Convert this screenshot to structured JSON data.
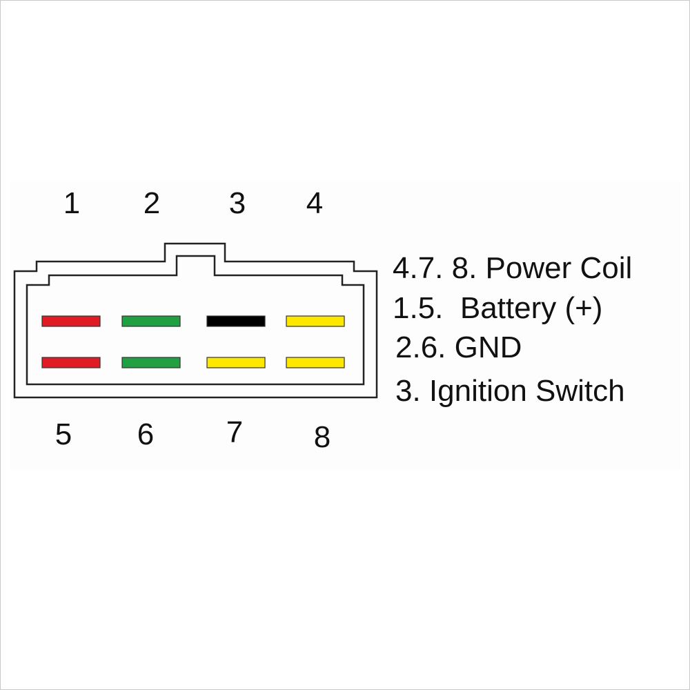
{
  "pin_numbers": {
    "top": [
      "1",
      "2",
      "3",
      "4"
    ],
    "bottom": [
      "5",
      "6",
      "7",
      "8"
    ]
  },
  "pins": [
    {
      "pin": "1",
      "wire_color": "#e01b24"
    },
    {
      "pin": "2",
      "wire_color": "#20a040"
    },
    {
      "pin": "3",
      "wire_color": "#000000"
    },
    {
      "pin": "4",
      "wire_color": "#ffe800"
    },
    {
      "pin": "5",
      "wire_color": "#e01b24"
    },
    {
      "pin": "6",
      "wire_color": "#20a040"
    },
    {
      "pin": "7",
      "wire_color": "#ffe800"
    },
    {
      "pin": "8",
      "wire_color": "#ffe800"
    }
  ],
  "legend": [
    "4.7. 8. Power Coil",
    "1.5.  Battery (+)",
    "2.6. GND",
    "3. Ignition Switch"
  ]
}
